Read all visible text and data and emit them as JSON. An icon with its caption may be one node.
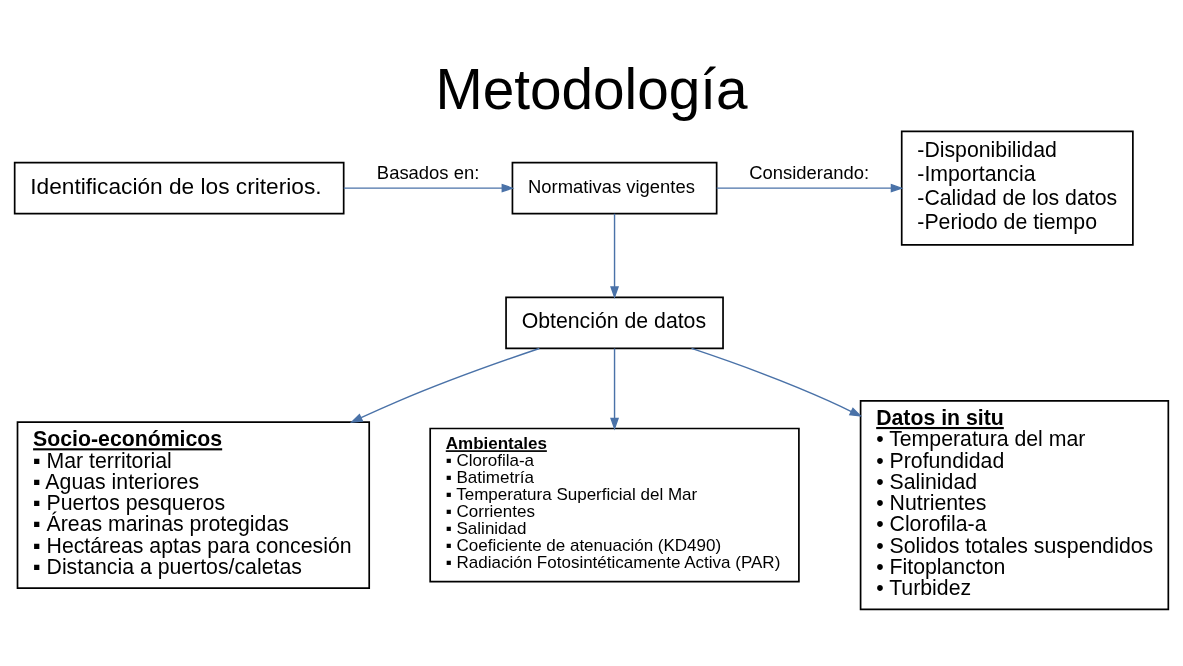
{
  "diagram": {
    "title": "Metodología",
    "nodes": [
      {
        "text": [
          "Identificación de los criterios."
        ]
      },
      {
        "text": [
          "Normativas vigentes"
        ]
      },
      {
        "text": [
          "-Disponibilidad",
          "-Importancia",
          "-Calidad de los datos",
          "-Periodo de tiempo"
        ]
      },
      {
        "text": [
          "Obtención de datos"
        ]
      },
      {
        "text": [
          "Socio-económicos",
          "▪ Mar territorial",
          "▪ Aguas interiores",
          "▪ Puertos pesqueros",
          "▪ Áreas marinas protegidas",
          "▪ Hectáreas aptas para concesión",
          "▪ Distancia a puertos/caletas"
        ]
      },
      {
        "text": [
          "Ambientales",
          "▪ Clorofila-a",
          "▪ Batimetría",
          "▪ Temperatura Superficial del Mar",
          "▪ Corrientes",
          "▪ Salinidad",
          "▪ Coeficiente de atenuación (KD490)",
          "▪ Radiación Fotosintéticamente Activa (PAR)"
        ]
      },
      {
        "text": [
          "Datos in situ",
          "• Temperatura del mar",
          "• Profundidad",
          "• Salinidad",
          "• Nutrientes",
          "• Clorofila-a",
          "• Solidos totales suspendidos",
          "• Fitoplancton",
          "• Turbidez"
        ]
      }
    ],
    "edges": [
      {
        "from": 0,
        "to": 1,
        "arrow": "to",
        "label": "Basados en:"
      },
      {
        "from": 1,
        "to": 2,
        "arrow": "to",
        "label": "Considerando:"
      },
      {
        "from": 1,
        "to": 3,
        "arrow": "to"
      },
      {
        "from": 3,
        "to": 4,
        "arrow": "to"
      },
      {
        "from": 3,
        "to": 5,
        "arrow": "to"
      },
      {
        "from": 3,
        "to": 6,
        "arrow": "to"
      }
    ]
  }
}
